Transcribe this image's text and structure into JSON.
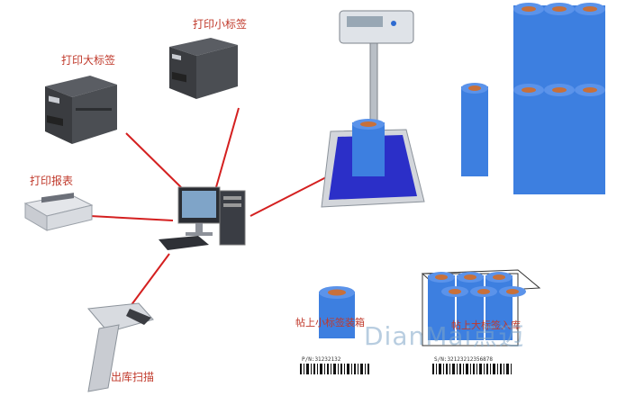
{
  "labels": {
    "big_printer": "打印大标签",
    "small_printer": "打印小标签",
    "report": "打印报表",
    "scanner": "出库扫描",
    "small_label_box": "帖上小标签装箱",
    "big_label_store": "帖上大标签入库"
  },
  "barcodes": {
    "left_sn": "P/N:31232132",
    "right_sn": "S/N:32123212356878"
  },
  "watermark": "DianMai点迈",
  "colors": {
    "line": "#d42020",
    "label_text": "#c0392b",
    "ribbon_blue": "#3d7fe0",
    "scale_plate": "#2b2fc8",
    "core_copper": "#c8703a"
  }
}
